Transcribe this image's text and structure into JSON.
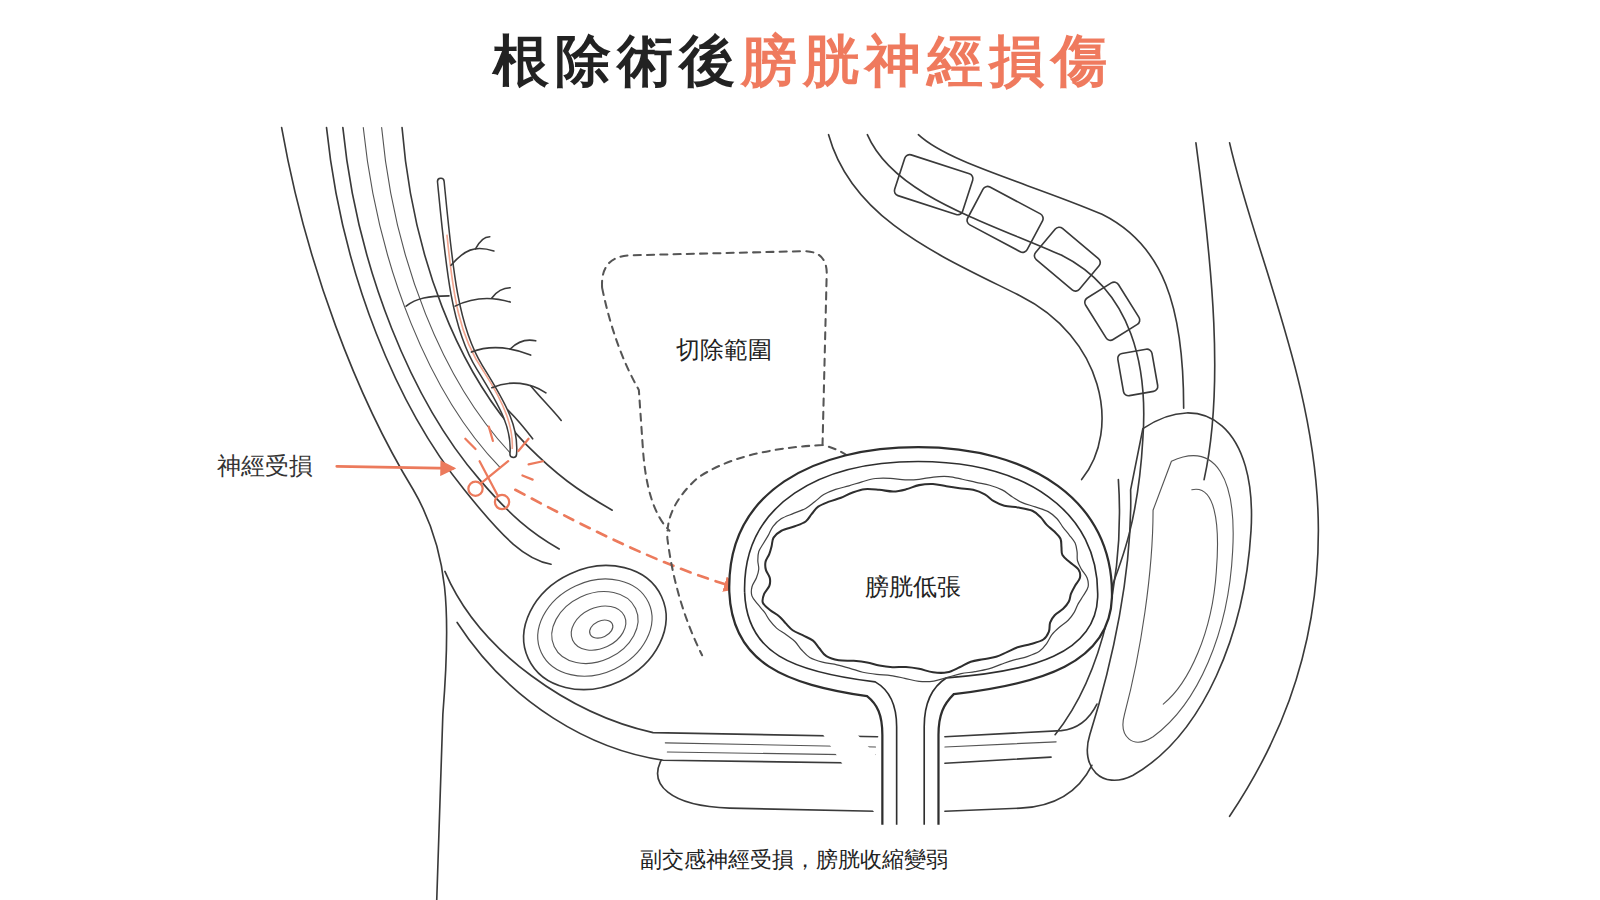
{
  "diagram": {
    "title": "根除術後膀胱神經損傷",
    "caption": "副交感神經受損，膀胱收縮變弱",
    "nodes": [
      {
        "text": [
          "切除範圍"
        ]
      },
      {
        "text": [
          "膀胱低張"
        ]
      }
    ],
    "labels": [
      "神經受損"
    ]
  }
}
